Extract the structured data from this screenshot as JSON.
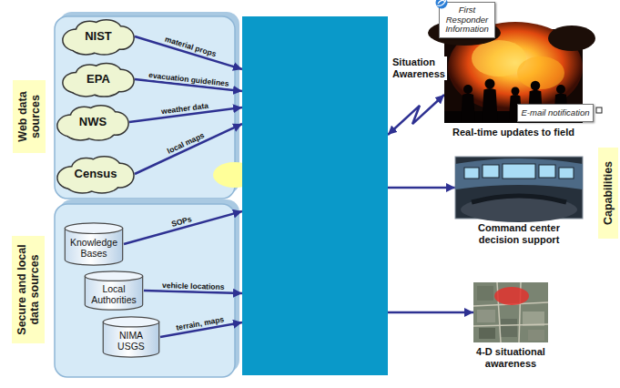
{
  "diagram": {
    "nodes": [
      {
        "text": [
          "Web data sources"
        ]
      },
      {
        "text": [
          "NIST"
        ],
        "in": 0
      },
      {
        "text": [
          "EPA"
        ],
        "in": 0
      },
      {
        "text": [
          "NWS"
        ],
        "in": 0
      },
      {
        "text": [
          "Census"
        ],
        "in": 0
      },
      {
        "text": [
          "Secure and local data sources"
        ]
      },
      {
        "text": [
          "Knowledge Bases"
        ],
        "in": 5
      },
      {
        "text": [
          "Local Authorities"
        ],
        "in": 5
      },
      {
        "text": [
          "NIMA USGS"
        ],
        "in": 5
      },
      {
        "text": []
      },
      {
        "text": [
          "Real-time updates to field"
        ]
      },
      {
        "text": [
          "First Responder Information"
        ],
        "in": 10
      },
      {
        "text": [
          "E-mail notification"
        ],
        "in": 10
      },
      {
        "text": [
          "Command center decision support"
        ]
      },
      {
        "text": [
          "4-D situational awareness"
        ]
      }
    ],
    "edges": [
      {
        "from": 1,
        "to": 9,
        "label": "material props",
        "arrow": "to"
      },
      {
        "from": 2,
        "to": 9,
        "label": "evacuation guidelines",
        "arrow": "to"
      },
      {
        "from": 3,
        "to": 9,
        "label": "weather data",
        "arrow": "to"
      },
      {
        "from": 4,
        "to": 9,
        "label": "local maps",
        "arrow": "to"
      },
      {
        "from": 6,
        "to": 9,
        "label": "SOPs",
        "arrow": "to"
      },
      {
        "from": 7,
        "to": 9,
        "label": "vehicle locations",
        "arrow": "to"
      },
      {
        "from": 8,
        "to": 9,
        "label": "terrain, maps",
        "arrow": "to"
      },
      {
        "from": 9,
        "to": 10,
        "label": "Situation Awareness",
        "arrow": "both"
      },
      {
        "from": 9,
        "to": 13,
        "arrow": "to"
      },
      {
        "from": 9,
        "to": 14,
        "arrow": "to"
      }
    ],
    "labels": [
      "Capabilities"
    ]
  }
}
